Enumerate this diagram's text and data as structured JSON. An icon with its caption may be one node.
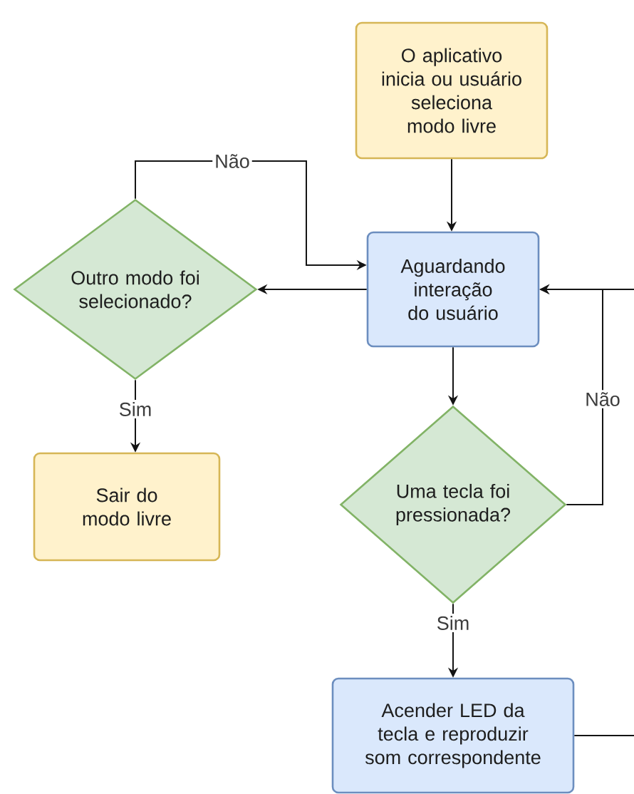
{
  "diagram": {
    "nodes": [
      {
        "text": [
          "O aplicativo inicia ou usuário seleciona modo livre"
        ]
      },
      {
        "text": [
          "Aguardando interação do usuário"
        ]
      },
      {
        "text": [
          "Outro modo foi selecionado?"
        ]
      },
      {
        "text": [
          "Sair do modo livre"
        ]
      },
      {
        "text": [
          "Uma tecla foi pressionada?"
        ]
      },
      {
        "text": [
          "Acender LED da tecla e reproduzir som correspondente"
        ]
      }
    ],
    "edges": [
      {
        "from": 0,
        "to": 1,
        "arrow": "to"
      },
      {
        "from": 1,
        "to": 2,
        "arrow": "to"
      },
      {
        "from": 2,
        "to": 1,
        "arrow": "to",
        "label": "Não"
      },
      {
        "from": 2,
        "to": 3,
        "arrow": "to",
        "label": "Sim"
      },
      {
        "from": 1,
        "to": 4,
        "arrow": "to"
      },
      {
        "from": 4,
        "to": 1,
        "arrow": "to",
        "label": "Não"
      },
      {
        "from": null,
        "to": 1,
        "arrow": "to"
      },
      {
        "from": 4,
        "to": 5,
        "arrow": "to",
        "label": "Sim"
      },
      {
        "from": 5,
        "to": null,
        "arrow": "none"
      }
    ]
  }
}
